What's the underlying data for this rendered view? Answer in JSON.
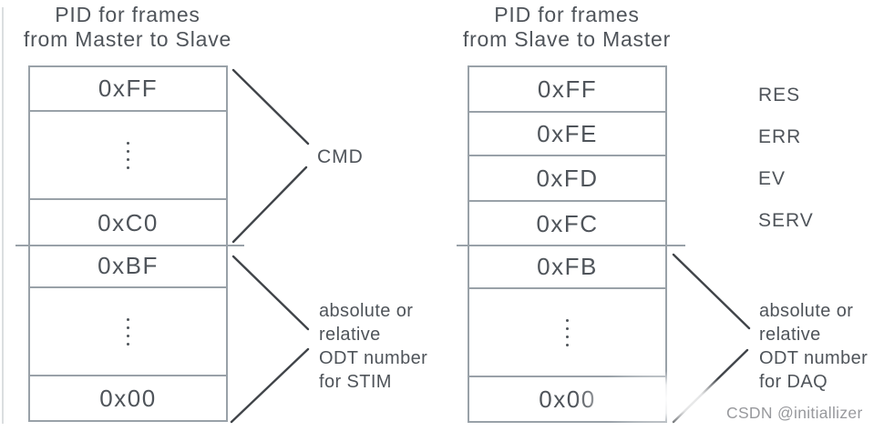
{
  "left": {
    "title": [
      "PID for frames",
      "from Master to Slave"
    ],
    "rows": [
      {
        "label": "0xFF"
      },
      {
        "dots": true
      },
      {
        "label": "0xC0"
      },
      {
        "label": "0xBF"
      },
      {
        "dots": true
      },
      {
        "label": "0x00"
      }
    ],
    "cmd_label": "CMD",
    "note": [
      "absolute or",
      "relative",
      "ODT number",
      "for STIM"
    ]
  },
  "right": {
    "title": [
      "PID for frames",
      "from Slave to Master"
    ],
    "rows": [
      {
        "label": "0xFF"
      },
      {
        "label": "0xFE"
      },
      {
        "label": "0xFD"
      },
      {
        "label": "0xFC"
      },
      {
        "label": "0xFB"
      },
      {
        "dots": true
      },
      {
        "label": "0x00"
      }
    ],
    "labels": [
      "RES",
      "ERR",
      "EV",
      "SERV"
    ],
    "note": [
      "absolute or",
      "relative",
      "ODT number",
      "for DAQ"
    ]
  },
  "watermark": "CSDN @initiallizer",
  "colors": {
    "border": "#99a1a8",
    "text": "#4f545a",
    "line": "#404449",
    "watermark": "#98999d"
  }
}
